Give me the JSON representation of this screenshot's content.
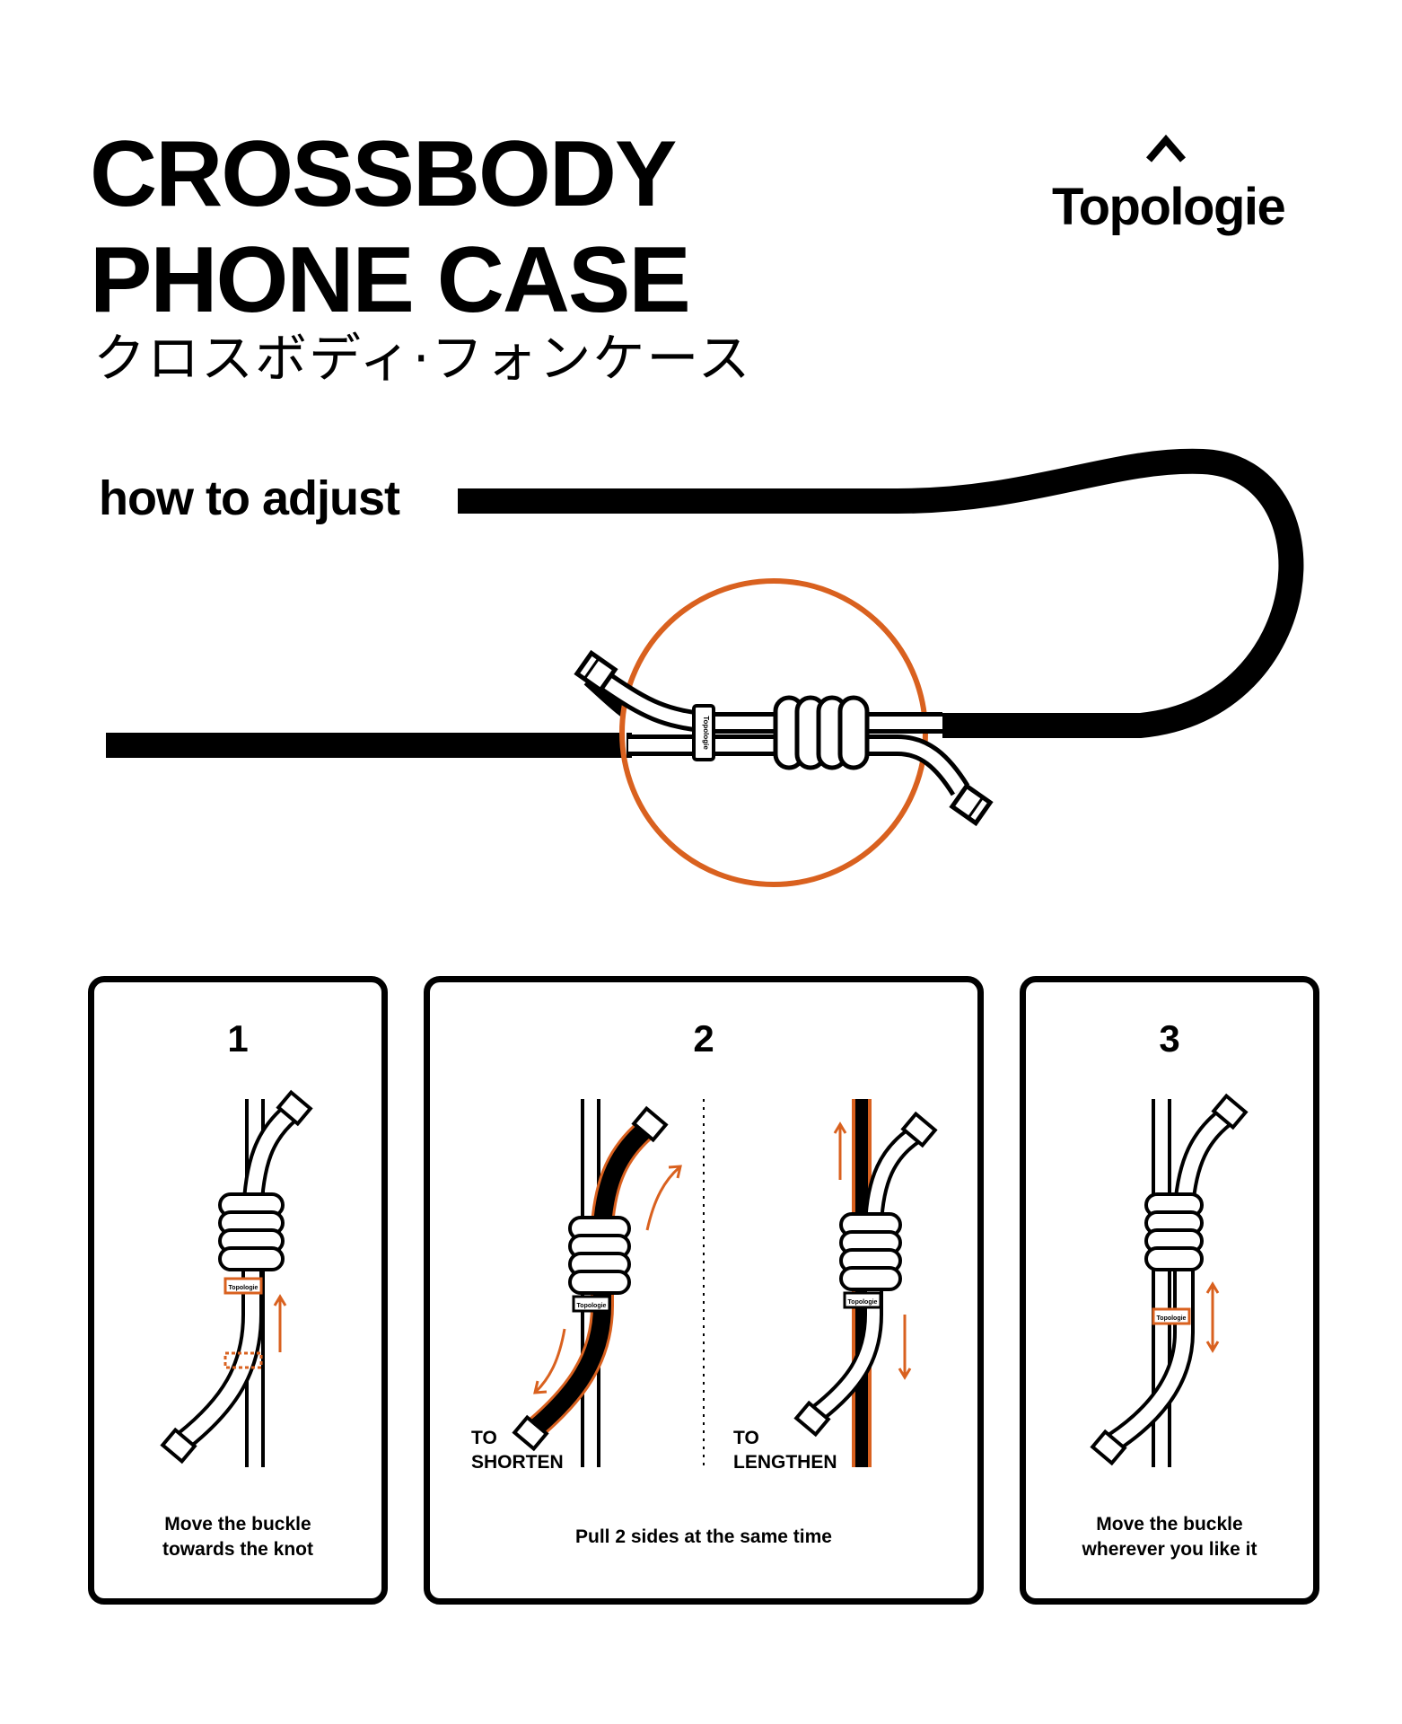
{
  "header": {
    "title_line_1": "CROSSBODY",
    "title_line_2": "PHONE CASE",
    "title_japanese": "クロスボディ·フォンケース",
    "subtitle": "how to adjust"
  },
  "brand": {
    "name": "Topologie",
    "logo_icon": "caret-up-icon",
    "buckle_label": "Topologie"
  },
  "colors": {
    "accent": "#d9611f",
    "ink": "#000000",
    "background": "#ffffff"
  },
  "steps": [
    {
      "number": "1",
      "caption_line_1": "Move the buckle",
      "caption_line_2": "towards the knot"
    },
    {
      "number": "2",
      "caption": "Pull 2 sides at the same time",
      "left_label_line_1": "TO",
      "left_label_line_2": "SHORTEN",
      "right_label_line_1": "TO",
      "right_label_line_2": "LENGTHEN"
    },
    {
      "number": "3",
      "caption_line_1": "Move the buckle",
      "caption_line_2": "wherever you like it"
    }
  ]
}
